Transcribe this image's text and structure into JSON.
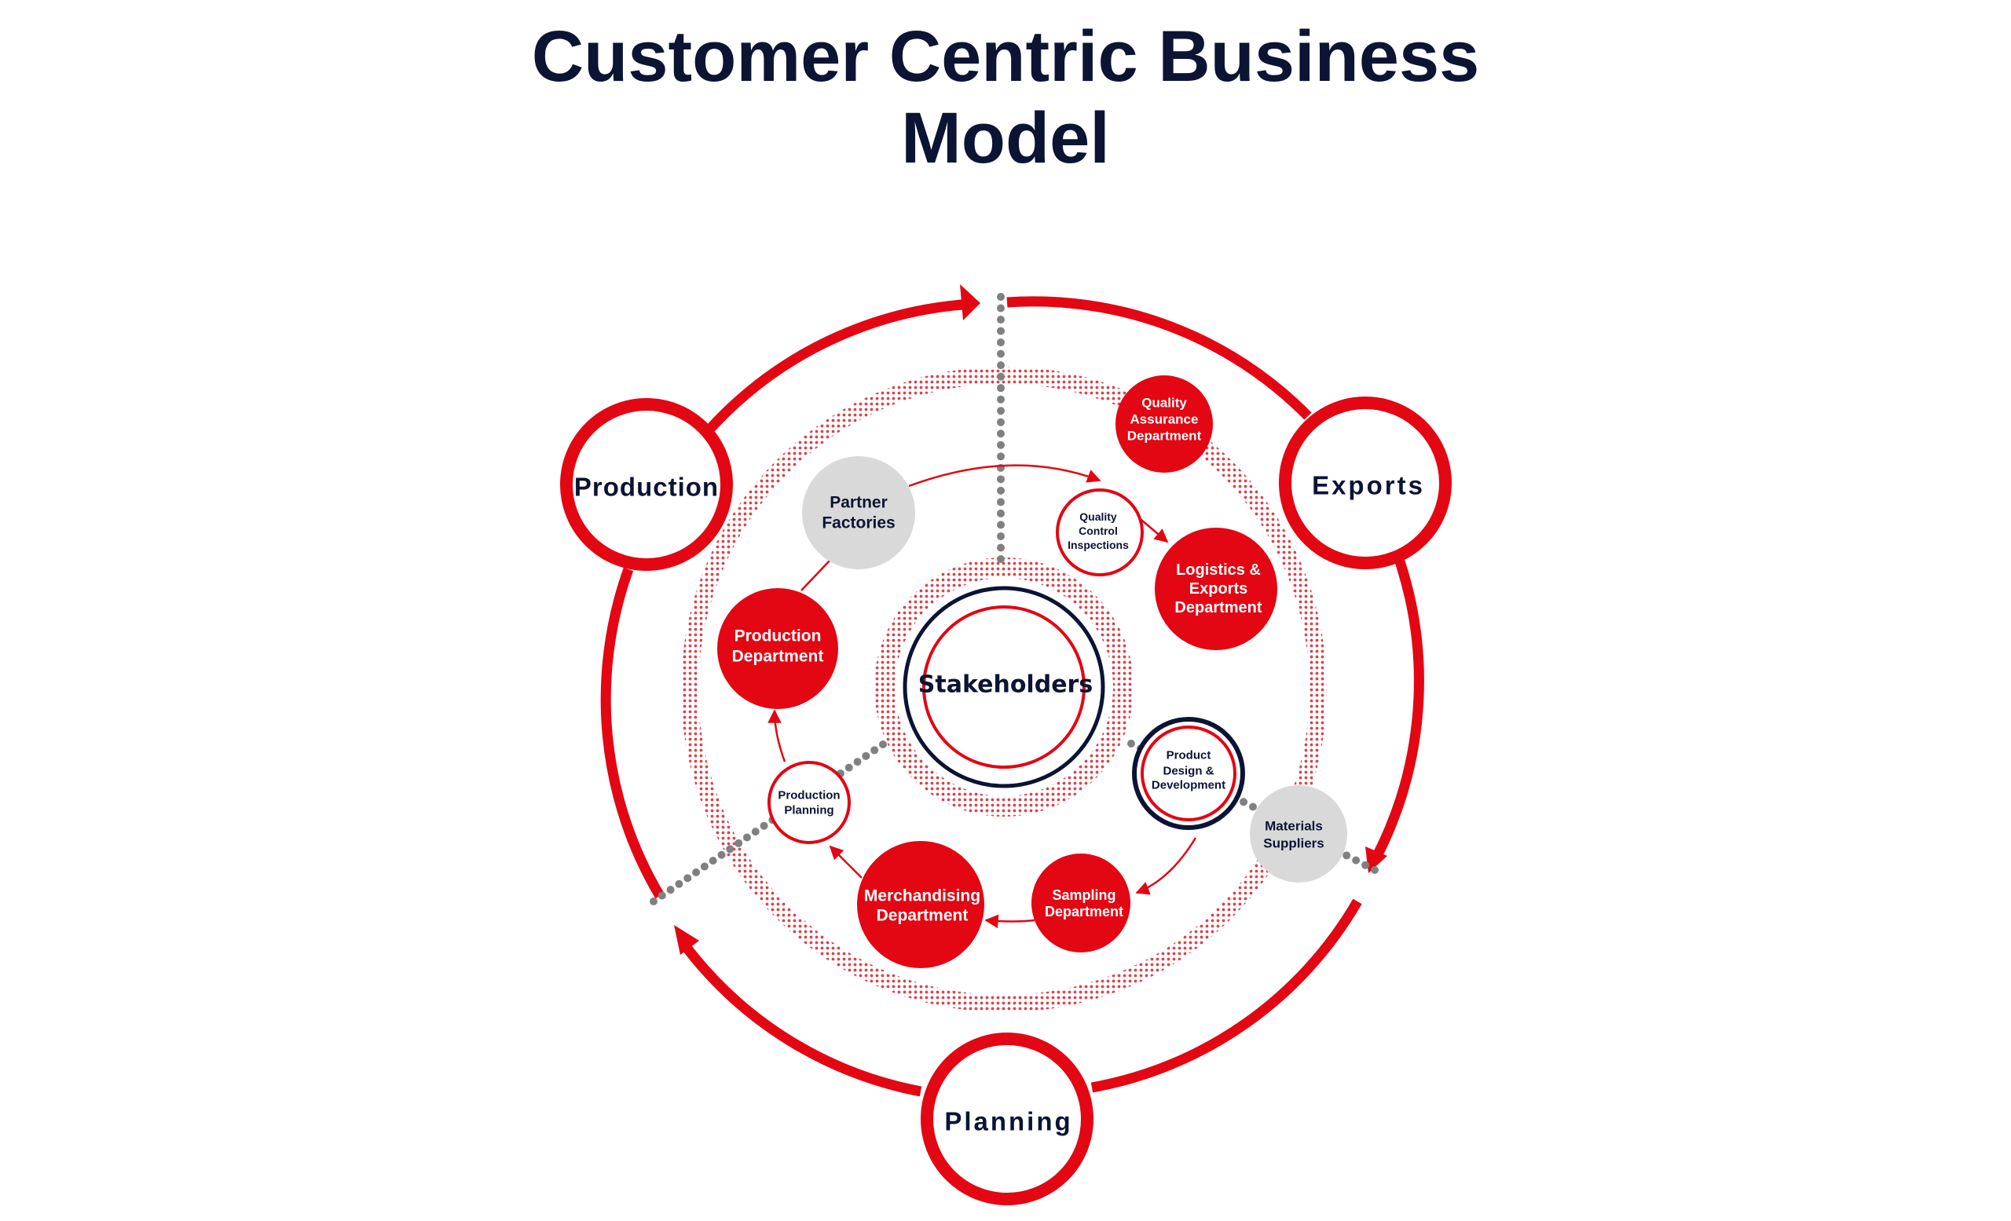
{
  "title": {
    "line1": "Customer Centric Business",
    "line2": "Model"
  },
  "colors": {
    "red": "#e30613",
    "navy": "#0b1433",
    "gray_node": "#d9d9d9",
    "dot_gray": "#808080",
    "white": "#ffffff"
  },
  "outer_phases": [
    {
      "id": "production",
      "label": "Production"
    },
    {
      "id": "exports",
      "label": "Exports"
    },
    {
      "id": "planning",
      "label": "Planning"
    }
  ],
  "center": {
    "label": "Stakeholders"
  },
  "nodes": [
    {
      "id": "partner-factories",
      "lines": [
        "Partner",
        "Factories"
      ],
      "style": "gray"
    },
    {
      "id": "quality-assurance-department",
      "lines": [
        "Quality",
        "Assurance",
        "Department"
      ],
      "style": "red"
    },
    {
      "id": "quality-control-inspections",
      "lines": [
        "Quality",
        "Control",
        "Inspections"
      ],
      "style": "outline"
    },
    {
      "id": "logistics-exports-department",
      "lines": [
        "Logistics &",
        "Exports",
        "Department"
      ],
      "style": "red"
    },
    {
      "id": "production-department",
      "lines": [
        "Production",
        "Department"
      ],
      "style": "red"
    },
    {
      "id": "product-design-development",
      "lines": [
        "Product",
        "Design &",
        "Development"
      ],
      "style": "double"
    },
    {
      "id": "materials-suppliers",
      "lines": [
        "Materials",
        "Suppliers"
      ],
      "style": "gray"
    },
    {
      "id": "production-planning",
      "lines": [
        "Production",
        "Planning"
      ],
      "style": "outline"
    },
    {
      "id": "merchandising-department",
      "lines": [
        "Merchandising",
        "Department"
      ],
      "style": "red"
    },
    {
      "id": "sampling-department",
      "lines": [
        "Sampling",
        "Department"
      ],
      "style": "red"
    }
  ],
  "flow": [
    {
      "from": "product-design-development",
      "to": "sampling-department"
    },
    {
      "from": "sampling-department",
      "to": "merchandising-department"
    },
    {
      "from": "merchandising-department",
      "to": "production-planning"
    },
    {
      "from": "production-planning",
      "to": "production-department"
    },
    {
      "from": "production-department",
      "to": "partner-factories"
    },
    {
      "from": "partner-factories",
      "to": "quality-control-inspections"
    },
    {
      "from": "quality-control-inspections",
      "to": "logistics-exports-department"
    }
  ],
  "cycle": [
    {
      "from": "planning",
      "to": "production"
    },
    {
      "from": "production",
      "to": "exports"
    },
    {
      "from": "exports",
      "to": "planning"
    }
  ]
}
